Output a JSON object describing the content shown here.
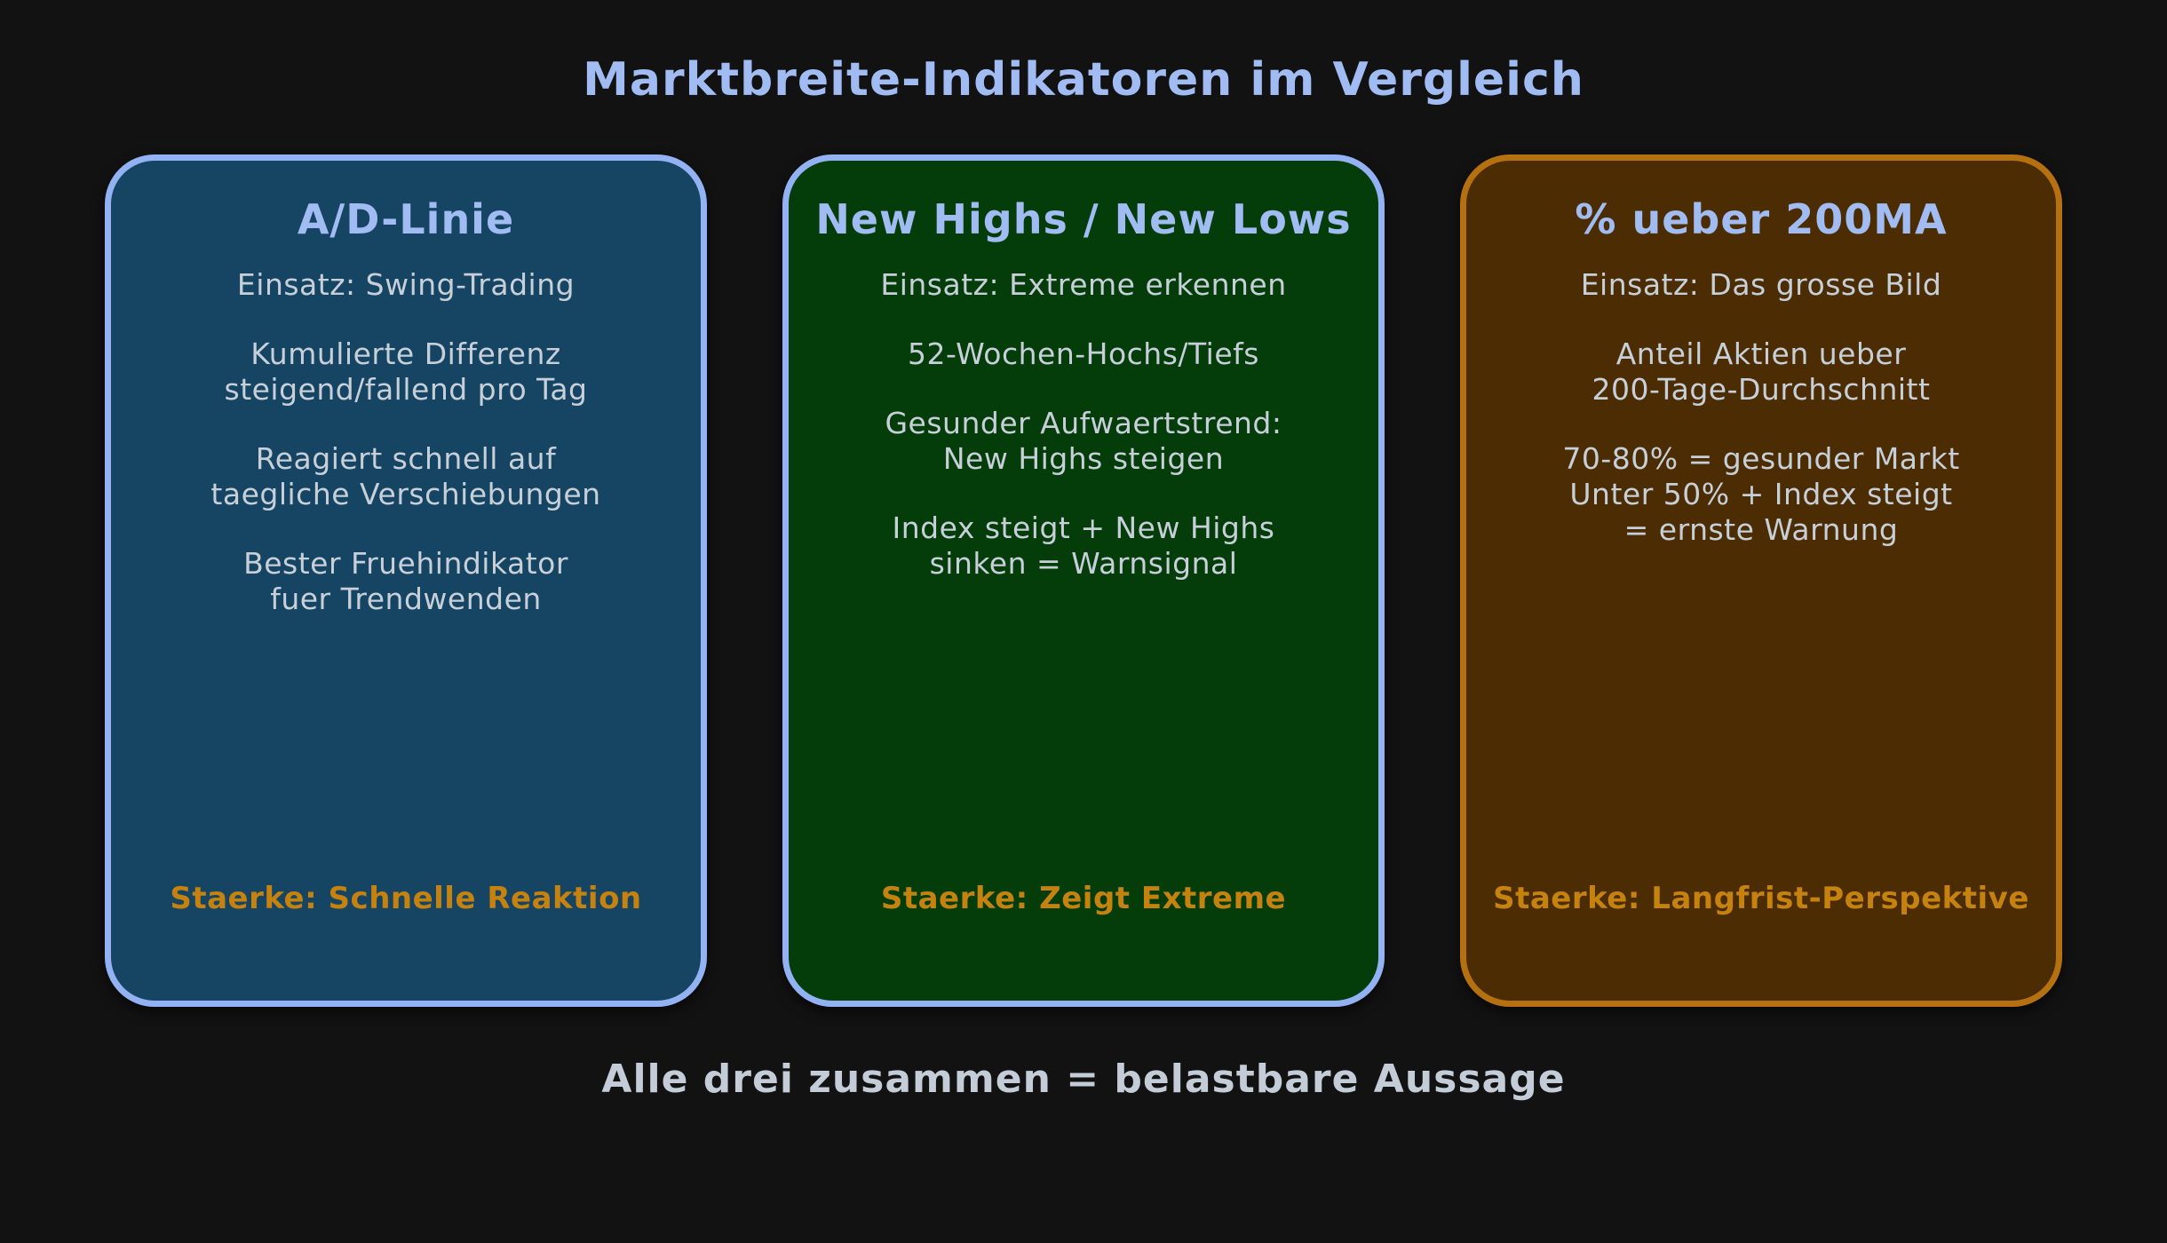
{
  "page": {
    "title": "Marktbreite-Indikatoren im Vergleich",
    "footer": "Alle drei zusammen = belastbare Aussage"
  },
  "colors": {
    "background": "#121212",
    "page_title": "#a0bcf2",
    "card_title": "#a0bcf2",
    "body_text": "#c7d0d9",
    "strength_text": "#c5820f",
    "footer_text": "#c4ccd7",
    "blue_border": "#93b2f4",
    "orange_border": "#b5700f"
  },
  "cards": [
    {
      "title": "A/D-Linie",
      "bg": "#164463",
      "border": "#93b2f4",
      "body": [
        [
          "Einsatz: Swing-Trading"
        ],
        [
          "Kumulierte Differenz",
          "steigend/fallend pro Tag"
        ],
        [
          "Reagiert schnell auf",
          "taegliche Verschiebungen"
        ],
        [
          "Bester Fruehindikator",
          "fuer Trendwenden"
        ]
      ],
      "strength": "Staerke: Schnelle Reaktion"
    },
    {
      "title": "New Highs / New Lows",
      "bg": "#043c0a",
      "border": "#93b2f4",
      "body": [
        [
          "Einsatz: Extreme erkennen"
        ],
        [
          "52-Wochen-Hochs/Tiefs"
        ],
        [
          "Gesunder Aufwaertstrend:",
          "New Highs steigen"
        ],
        [
          "Index steigt + New Highs",
          "sinken = Warnsignal"
        ]
      ],
      "strength": "Staerke: Zeigt Extreme"
    },
    {
      "title": "% ueber 200MA",
      "bg": "#4c2c03",
      "border": "#b5700f",
      "body": [
        [
          "Einsatz: Das grosse Bild"
        ],
        [
          "Anteil Aktien ueber",
          "200-Tage-Durchschnitt"
        ],
        [
          "70-80% = gesunder Markt",
          "Unter 50% + Index steigt",
          "= ernste Warnung"
        ]
      ],
      "strength": "Staerke: Langfrist-Perspektive"
    }
  ]
}
